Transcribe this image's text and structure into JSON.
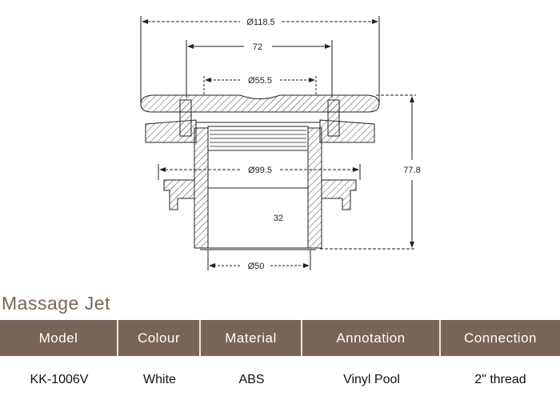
{
  "drawing": {
    "dims": {
      "outer_diameter": "Ø118.5",
      "center_span": "72",
      "inner_diameter": "Ø55.5",
      "nut_diameter": "Ø99.5",
      "bore_depth": "32",
      "height": "77.8",
      "pipe_diameter": "Ø50"
    }
  },
  "product": {
    "title": "Massage Jet"
  },
  "table": {
    "headers": [
      "Model",
      "Colour",
      "Material",
      "Annotation",
      "Connection"
    ],
    "row": [
      "KK-1006V",
      "White",
      "ABS",
      "Vinyl Pool",
      "2\" thread"
    ]
  },
  "colors": {
    "header_bg": "#7a6458",
    "title": "#7a6458"
  }
}
